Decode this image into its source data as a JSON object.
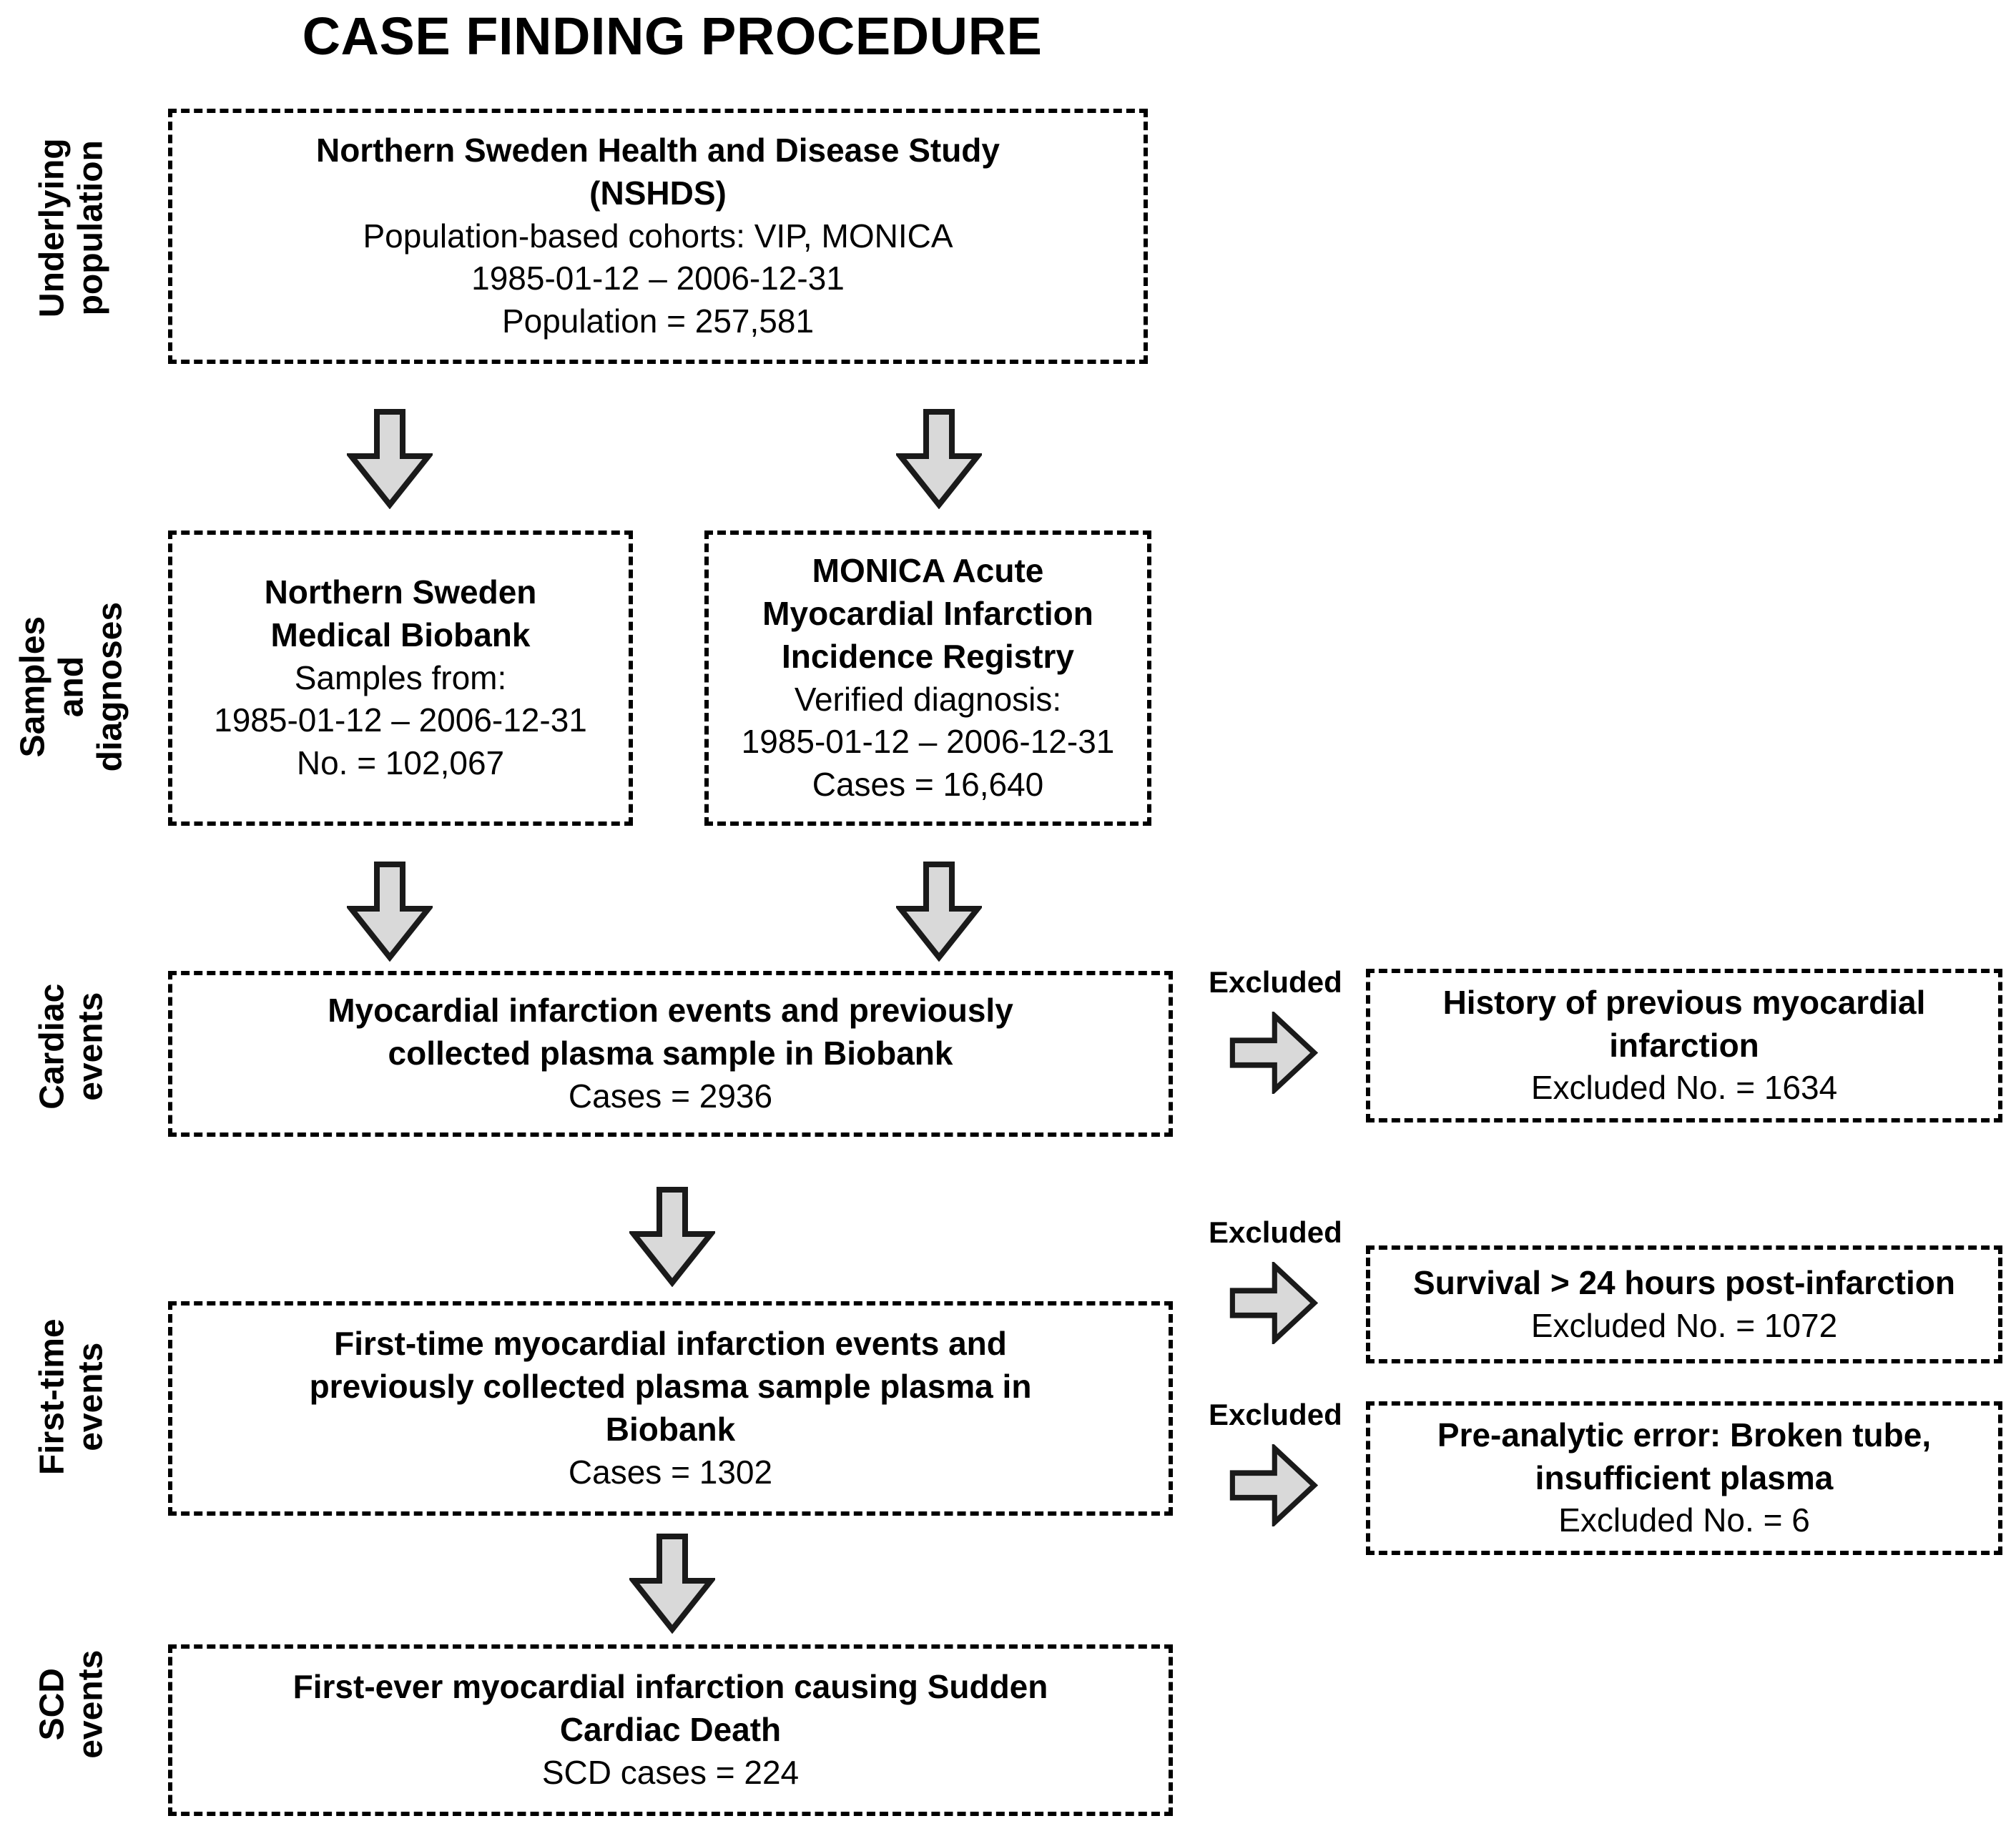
{
  "title": "CASE FINDING PROCEDURE",
  "colors": {
    "arrow_fill": "#d9d9d9",
    "arrow_stroke": "#1a1a1a",
    "box_border": "#000000",
    "text": "#000000",
    "background": "#ffffff"
  },
  "stage_labels": [
    {
      "id": "underlying-population",
      "text": "Underlying\npopulation"
    },
    {
      "id": "samples-and-diagnoses",
      "text": "Samples\nand diagnoses"
    },
    {
      "id": "cardiac-events",
      "text": "Cardiac\nevents"
    },
    {
      "id": "first-time-events",
      "text": "First-time\nevents"
    },
    {
      "id": "scd-events",
      "text": "SCD\nevents"
    }
  ],
  "boxes": {
    "nshds": {
      "lines": [
        {
          "text": "Northern Sweden Health and Disease Study",
          "bold": true
        },
        {
          "text": "(NSHDS)",
          "bold": true
        },
        {
          "text": "Population-based cohorts: VIP, MONICA",
          "bold": false
        },
        {
          "text": "1985-01-12 – 2006-12-31",
          "bold": false
        },
        {
          "text": "Population = 257,581",
          "bold": false
        }
      ]
    },
    "biobank": {
      "lines": [
        {
          "text": "Northern Sweden",
          "bold": true
        },
        {
          "text": "Medical Biobank",
          "bold": true
        },
        {
          "text": "Samples from:",
          "bold": false
        },
        {
          "text": "1985-01-12 – 2006-12-31",
          "bold": false
        },
        {
          "text": "No. = 102,067",
          "bold": false
        }
      ]
    },
    "monica_registry": {
      "lines": [
        {
          "text": "MONICA Acute",
          "bold": true
        },
        {
          "text": "Myocardial Infarction",
          "bold": true
        },
        {
          "text": "Incidence Registry",
          "bold": true
        },
        {
          "text": "Verified diagnosis:",
          "bold": false
        },
        {
          "text": "1985-01-12 – 2006-12-31",
          "bold": false
        },
        {
          "text": "Cases = 16,640",
          "bold": false
        }
      ]
    },
    "cardiac_events": {
      "lines": [
        {
          "text": "Myocardial infarction events and previously",
          "bold": true
        },
        {
          "text": "collected plasma sample in Biobank",
          "bold": true
        },
        {
          "text": "Cases = 2936",
          "bold": false
        }
      ]
    },
    "first_time_events": {
      "lines": [
        {
          "text": "First-time myocardial infarction events and",
          "bold": true
        },
        {
          "text": "previously collected plasma sample plasma in",
          "bold": true
        },
        {
          "text": "Biobank",
          "bold": true
        },
        {
          "text": "Cases = 1302",
          "bold": false
        }
      ]
    },
    "scd_events": {
      "lines": [
        {
          "text": "First-ever myocardial infarction causing Sudden",
          "bold": true
        },
        {
          "text": "Cardiac Death",
          "bold": true
        },
        {
          "text": "SCD cases = 224",
          "bold": false
        }
      ]
    },
    "excluded_prior_mi": {
      "lines": [
        {
          "text": "History of previous myocardial",
          "bold": true
        },
        {
          "text": "infarction",
          "bold": true
        },
        {
          "text": "Excluded No. = 1634",
          "bold": false
        }
      ]
    },
    "excluded_survival": {
      "lines": [
        {
          "text": "Survival > 24 hours post-infarction",
          "bold": true
        },
        {
          "text": "Excluded No. = 1072",
          "bold": false
        }
      ]
    },
    "excluded_preanalytic": {
      "lines": [
        {
          "text": "Pre-analytic error: Broken tube,",
          "bold": true
        },
        {
          "text": "insufficient plasma",
          "bold": true
        },
        {
          "text": "Excluded No. = 6",
          "bold": false
        }
      ]
    }
  },
  "excluded_labels": [
    {
      "id": "excluded-label-1",
      "text": "Excluded"
    },
    {
      "id": "excluded-label-2",
      "text": "Excluded"
    },
    {
      "id": "excluded-label-3",
      "text": "Excluded"
    }
  ],
  "arrows": {
    "down_to_biobank": "down-arrow",
    "down_to_monica": "down-arrow",
    "down_biobank_to_cardiac": "down-arrow",
    "down_monica_to_cardiac": "down-arrow",
    "down_cardiac_to_firsttime": "down-arrow",
    "down_firsttime_to_scd": "down-arrow",
    "right_excluded_1": "right-arrow",
    "right_excluded_2": "right-arrow",
    "right_excluded_3": "right-arrow"
  }
}
